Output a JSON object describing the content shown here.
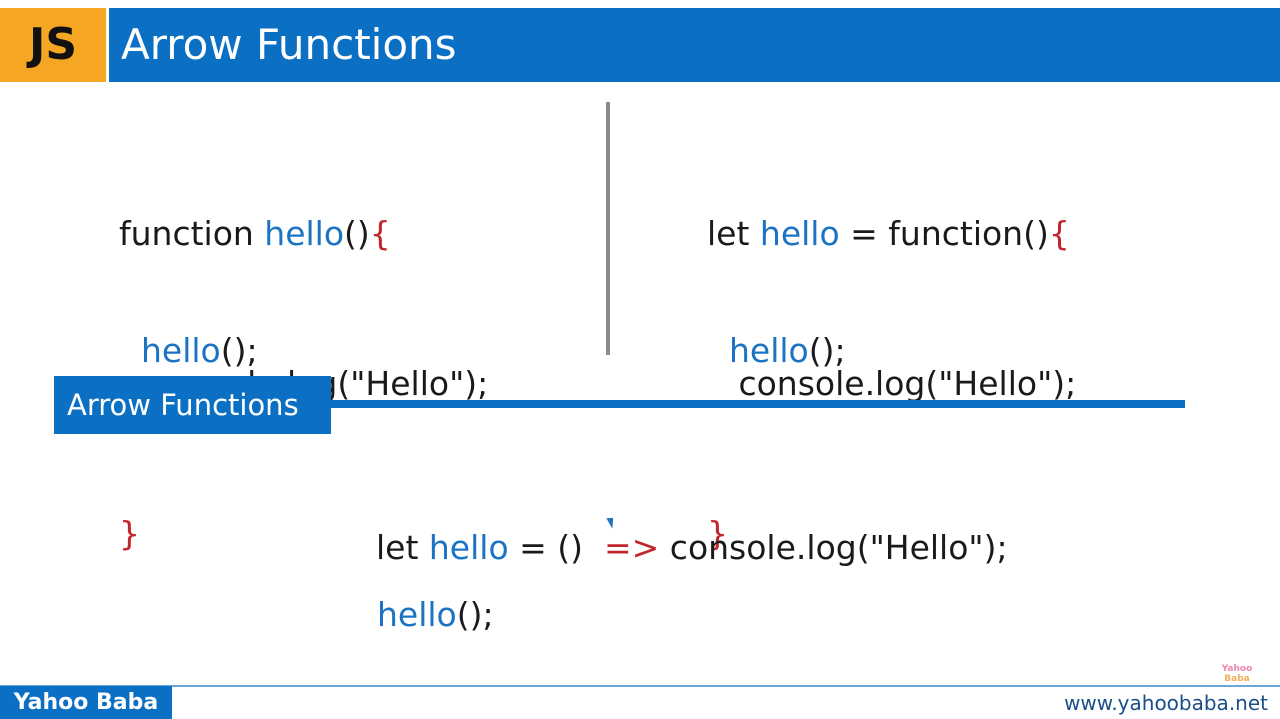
{
  "header": {
    "badge": "JS",
    "title": "Arrow Functions",
    "colors": {
      "badge": "#f5a623",
      "band": "#0b6fc4"
    }
  },
  "left_code": {
    "l1_kw": "function ",
    "l1_name": "hello",
    "l1_paren": "()",
    "l1_brace": "{",
    "l2": "   console.log(\"Hello\");",
    "l3_brace": "}",
    "call_name": "hello",
    "call_rest": "();"
  },
  "right_code": {
    "l1_kw": "let ",
    "l1_name": "hello",
    "l1_rest": " = function()",
    "l1_brace": "{",
    "l2": "   console.log(\"Hello\");",
    "l3_brace": "}",
    "call_name": "hello",
    "call_rest": "();"
  },
  "section": {
    "label": "Arrow Functions"
  },
  "arrow_code": {
    "l1_kw": "let ",
    "l1_name": "hello",
    "l1_rest": " = ()  ",
    "l1_arrow": "=>",
    "l1_tail": " console.log(\"Hello\");",
    "call_name": "hello",
    "call_rest": "();"
  },
  "footer": {
    "brand": "Yahoo Baba",
    "url": "www.yahoobaba.net"
  },
  "watermark": {
    "line1": "Yahoo",
    "line2": "Baba"
  },
  "colors": {
    "identifier": "#1c73c4",
    "brace": "#c0262c",
    "divider": "#8a8a8a"
  }
}
